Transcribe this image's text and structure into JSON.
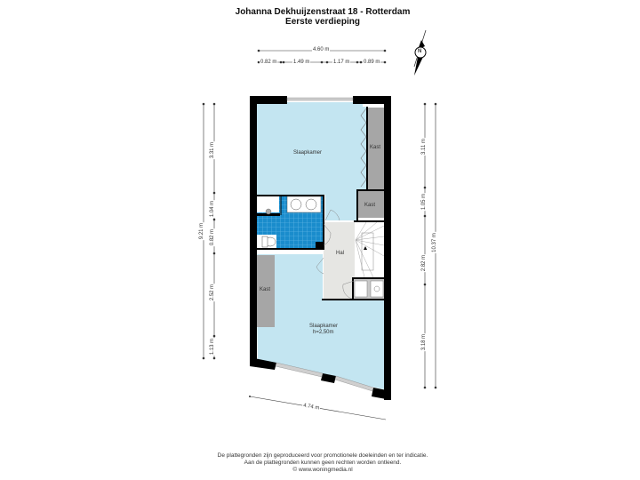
{
  "header": {
    "title": "Johanna Dekhuijzenstraat 18 - Rotterdam",
    "subtitle": "Eerste verdieping"
  },
  "compass": {
    "label": "N"
  },
  "dimensions": {
    "top_total": "4.60 m",
    "top_segments": [
      "0.82 m",
      "1.49 m",
      "1.17 m",
      "0.89 m"
    ],
    "left_total": "9.21 m",
    "left_segments": [
      "3.31 m",
      "1.04 m",
      "0.82 m",
      "2.52 m",
      "1.13 m"
    ],
    "right_total": "10.37 m",
    "right_segments": [
      "3.11 m",
      "1.05 m",
      "2.82 m",
      "3.18 m"
    ],
    "bottom_diagonal": "4.74 m"
  },
  "rooms": {
    "bedroom_top": "Slaapkamer",
    "closet_top_right": "Kast",
    "closet_small": "Kast",
    "hall": "Hal",
    "closet_left": "Kast",
    "bedroom_bottom": "Slaapkamer",
    "bedroom_bottom_height": "h=2,50m"
  },
  "colors": {
    "room_blue": "#c3e5f1",
    "bath_blue": "#1a8ccc",
    "closet_gray": "#a6a6a6",
    "hall_gray": "#e6e6e3",
    "wall": "#000000"
  },
  "footer": {
    "line1": "De plattegronden zijn geproduceerd voor promotionele doeleinden en ter indicatie.",
    "line2": "Aan de plattegronden kunnen geen rechten worden ontleend.",
    "line3": "© www.woningmedia.nl"
  }
}
